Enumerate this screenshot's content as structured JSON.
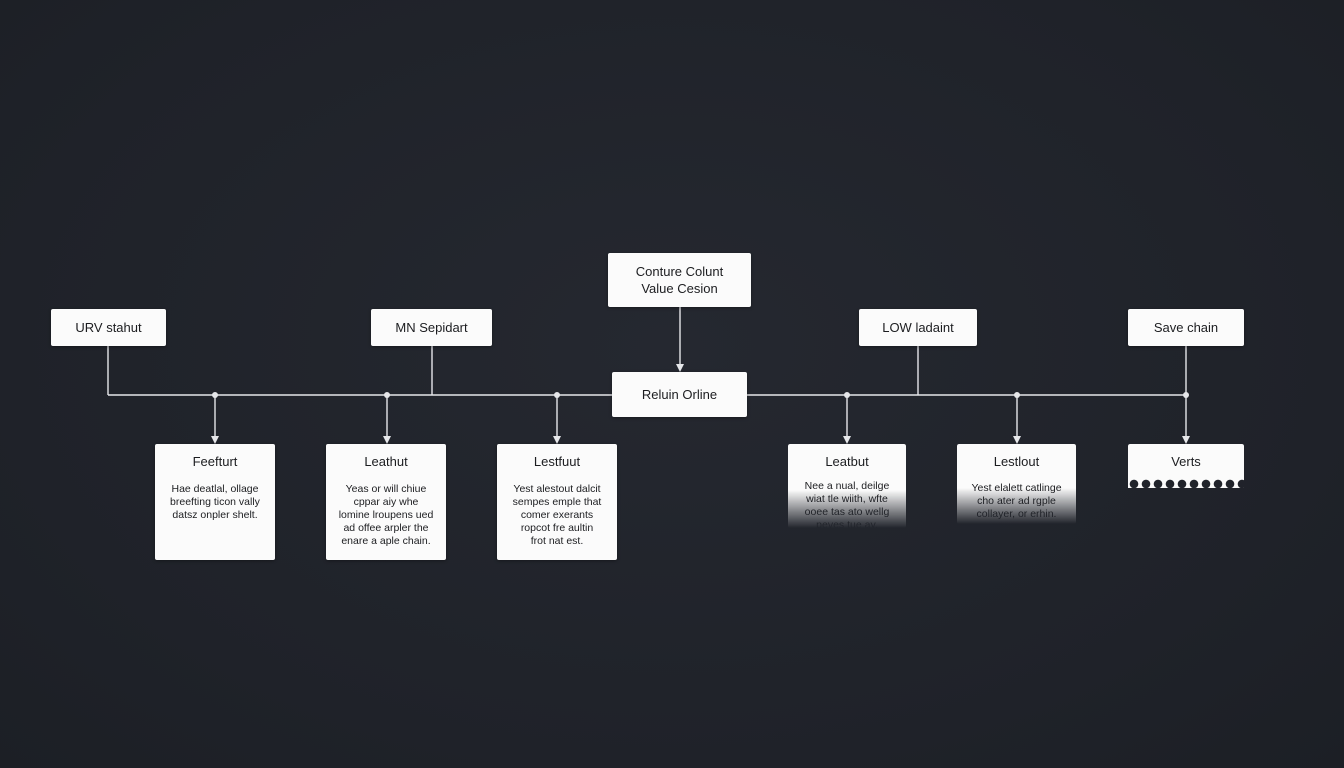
{
  "diagram": {
    "center_node": {
      "line1": "Conture Colunt",
      "line2": "Value Cesion"
    },
    "hub_node": "Reluin Orline",
    "top_nodes": [
      "URV stahut",
      "MN Sepidart",
      "LOW ladaint",
      "Save chain"
    ],
    "cards": [
      {
        "title": "Feefturt",
        "lines": [
          "Hae deatlal, ollage",
          "breefting ticon vally",
          "datsz onpler shelt."
        ]
      },
      {
        "title": "Leathut",
        "lines": [
          "Yeas or will chiue",
          "cppar aiy whe",
          "lomine lroupens ued",
          "ad offee arpler the",
          "enare a aple chain."
        ]
      },
      {
        "title": "Lestfuut",
        "lines": [
          "Yest alestout dalcit",
          "sempes emple that",
          "comer exerants",
          "ropcot fre aultin",
          "frot nat est."
        ]
      },
      {
        "title": "Leatbut",
        "lines": [
          "Nee a nual, deilge",
          "wiat tle wiith, wfte",
          "ooee tas ato wellg",
          "peves tue ay."
        ]
      },
      {
        "title": "Lestlout",
        "lines": [
          "Yest elalett catlinge",
          "cho ater ad rgple",
          "collayer, or erhin."
        ]
      },
      {
        "title": "Verts",
        "lines": []
      }
    ]
  },
  "colors": {
    "background": "#20232b",
    "box_fill": "#fbfbfb",
    "connector": "#e6e7ea",
    "text": "#1c1d20"
  }
}
